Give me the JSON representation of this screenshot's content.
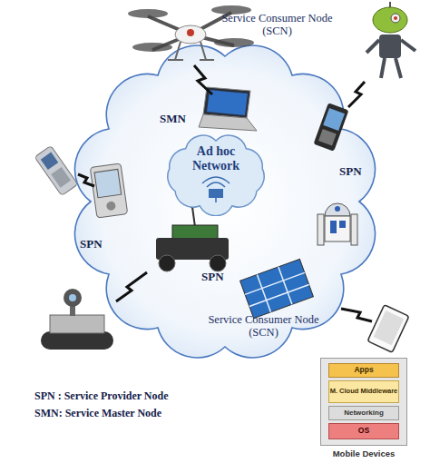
{
  "diagram": {
    "nodes": [
      {
        "text": [
          "Ad hoc Network"
        ]
      },
      {
        "text": [
          "Mobile Devices"
        ]
      },
      {
        "text": [
          "Apps"
        ],
        "in": 1
      },
      {
        "text": [
          "M. Cloud Middleware"
        ],
        "in": 1
      },
      {
        "text": [
          "Networking"
        ],
        "in": 1
      },
      {
        "text": [
          "OS"
        ],
        "in": 1
      }
    ],
    "labels": [
      "Service Consumer Node (SCN)",
      "SMN",
      "SPN",
      "SPN",
      "SPN",
      "Service Consumer Node (SCN)",
      "SPN : Service Provider Node",
      "SMN: Service Master Node"
    ]
  }
}
